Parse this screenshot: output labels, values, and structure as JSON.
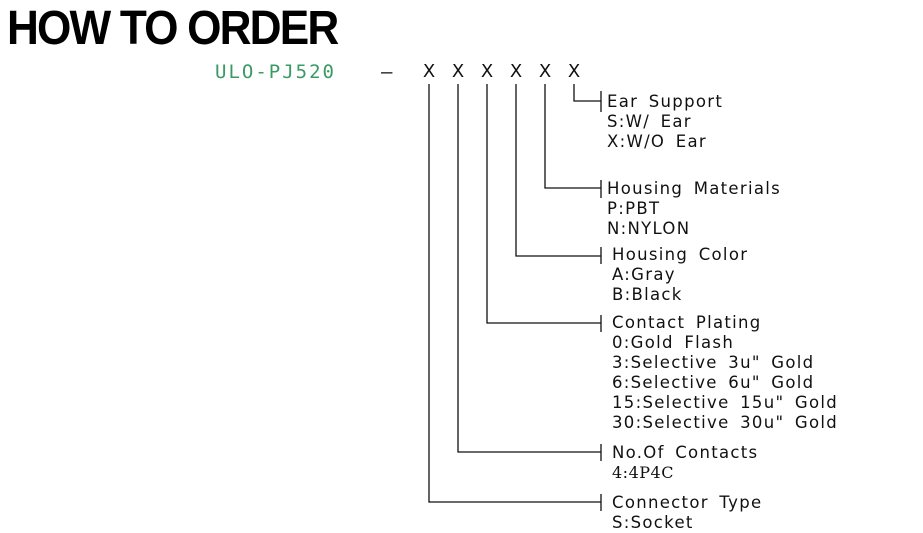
{
  "title": "HOW TO ORDER",
  "part_prefix": "ULO-PJ520",
  "separator": "—",
  "slot_char": "X",
  "colors": {
    "part_code": "#3a9a66",
    "line": "#111111"
  },
  "groups": [
    {
      "heading": "Ear Support",
      "options": [
        "S:W/ Ear",
        "X:W/O Ear"
      ]
    },
    {
      "heading": "Housing Materials",
      "options": [
        "P:PBT",
        "N:NYLON"
      ]
    },
    {
      "heading": "Housing Color",
      "options": [
        "A:Gray",
        "B:Black"
      ]
    },
    {
      "heading": "Contact Plating",
      "options": [
        "0:Gold Flash",
        "3:Selective 3u\" Gold",
        "6:Selective 6u\" Gold",
        "15:Selective 15u\" Gold",
        "30:Selective 30u\" Gold"
      ]
    },
    {
      "heading": "No.Of Contacts",
      "options": [
        "4:4P4C"
      ]
    },
    {
      "heading": "Connector Type",
      "options": [
        "S:Socket"
      ]
    }
  ]
}
